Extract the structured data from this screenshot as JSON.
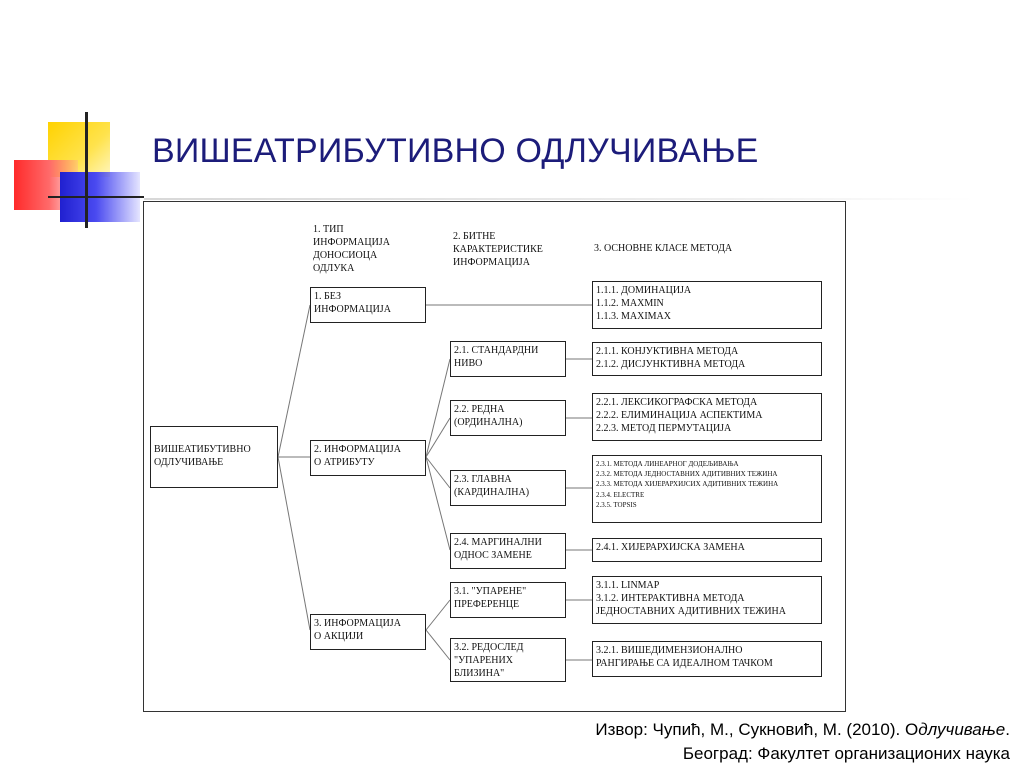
{
  "title": "ВИШЕАТРИБУТИВНО ОДЛУЧИВАЊЕ",
  "headers": {
    "col1": "1. ТИП\nИНФОРМАЦИЈА\nДОНОСИОЦА\nОДЛУКА",
    "col2": "2. БИТНЕ\nКАРАКТЕРИСТИКЕ\nИНФОРМАЦИЈА",
    "col3": "3. ОСНОВНЕ КЛАСЕ МЕТОДА"
  },
  "root": "ВИШЕАТИБУТИВНО\nОДЛУЧИВАЊЕ",
  "level1": {
    "n1": "1. БЕЗ\nИНФОРМАЦИЈА",
    "n2": "2. ИНФОРМАЦИЈА\nО АТРИБУТУ",
    "n3": "3. ИНФОРМАЦИЈА\nО АКЦИЈИ"
  },
  "level2": {
    "n21": "2.1. СТАНДАРДНИ\nНИВО",
    "n22": "2.2. РЕДНА\n(ОРДИНАЛНА)",
    "n23": "2.3. ГЛАВНА\n(КАРДИНАЛНА)",
    "n24": "2.4. МАРГИНАЛНИ\nОДНОС ЗАМЕНЕ",
    "n31": "3.1. \"УПАРЕНЕ\"\nПРЕФЕРЕНЦЕ",
    "n32": "3.2. РЕДОСЛЕД\n\"УПАРЕНИХ\nБЛИЗИНА\""
  },
  "level3": {
    "m1": "1.1.1. ДОМИНАЦИЈА\n1.1.2. MAXMIN\n1.1.3. MAXIMAX",
    "m21": "2.1.1. КОНЈУКТИВНА МЕТОДА\n2.1.2. ДИСЈУНКТИВНА МЕТОДА",
    "m22": "2.2.1. ЛЕКСИКОГРАФСКА МЕТОДА\n2.2.2. ЕЛИМИНАЦИЈА АСПЕКТИМА\n2.2.3. МЕТОД ПЕРМУТАЦИЈА",
    "m23": "2.3.1. МЕТОДА ЛИНЕАРНОГ ДОДЕЉИВАЊА\n2.3.2. МЕТОДА ЈЕДНОСТАВНИХ АДИТИВНИХ ТЕЖИНА\n2.3.3. МЕТОДА ХИЈЕРАРХИЈСИХ АДИТИВНИХ ТЕЖИНА\n2.3.4. ELECTRE\n2.3.5. TOPSIS",
    "m24": "2.4.1. ХИЈЕРАРХИЈСКА ЗАМЕНА",
    "m31": "3.1.1. LINMAP\n3.1.2. ИНТЕРАКТИВНА МЕТОДА\nЈЕДНОСТАВНИХ АДИТИВНИХ ТЕЖИНА",
    "m32": "3.2.1. ВИШЕДИМЕНЗИОНАЛНО\nРАНГИРАЊЕ СА ИДЕАЛНОМ ТАЧКОМ"
  },
  "source": {
    "line1_prefix": "Извор: Чупић, М., Сукновић, М. (2010). О",
    "line1_italic": "длучивање",
    "line1_suffix": ".",
    "line2": "Београд: Факултет организационих наука"
  }
}
